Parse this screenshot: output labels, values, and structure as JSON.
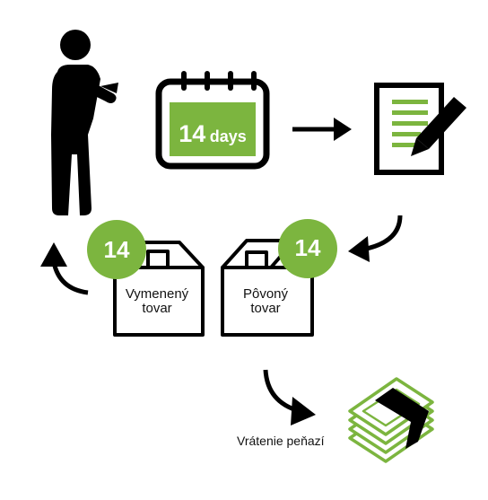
{
  "calendar": {
    "number": "14",
    "unit": "days"
  },
  "badges": {
    "exchanged": "14",
    "original": "14"
  },
  "boxes": {
    "exchanged": {
      "line1": "Vymenený",
      "line2": "tovar"
    },
    "original": {
      "line1": "Pôvoný",
      "line2": "tovar"
    }
  },
  "refund_label": "Vrátenie peňazí",
  "colors": {
    "accent_green": "#7cb53f",
    "ink": "#000000"
  }
}
